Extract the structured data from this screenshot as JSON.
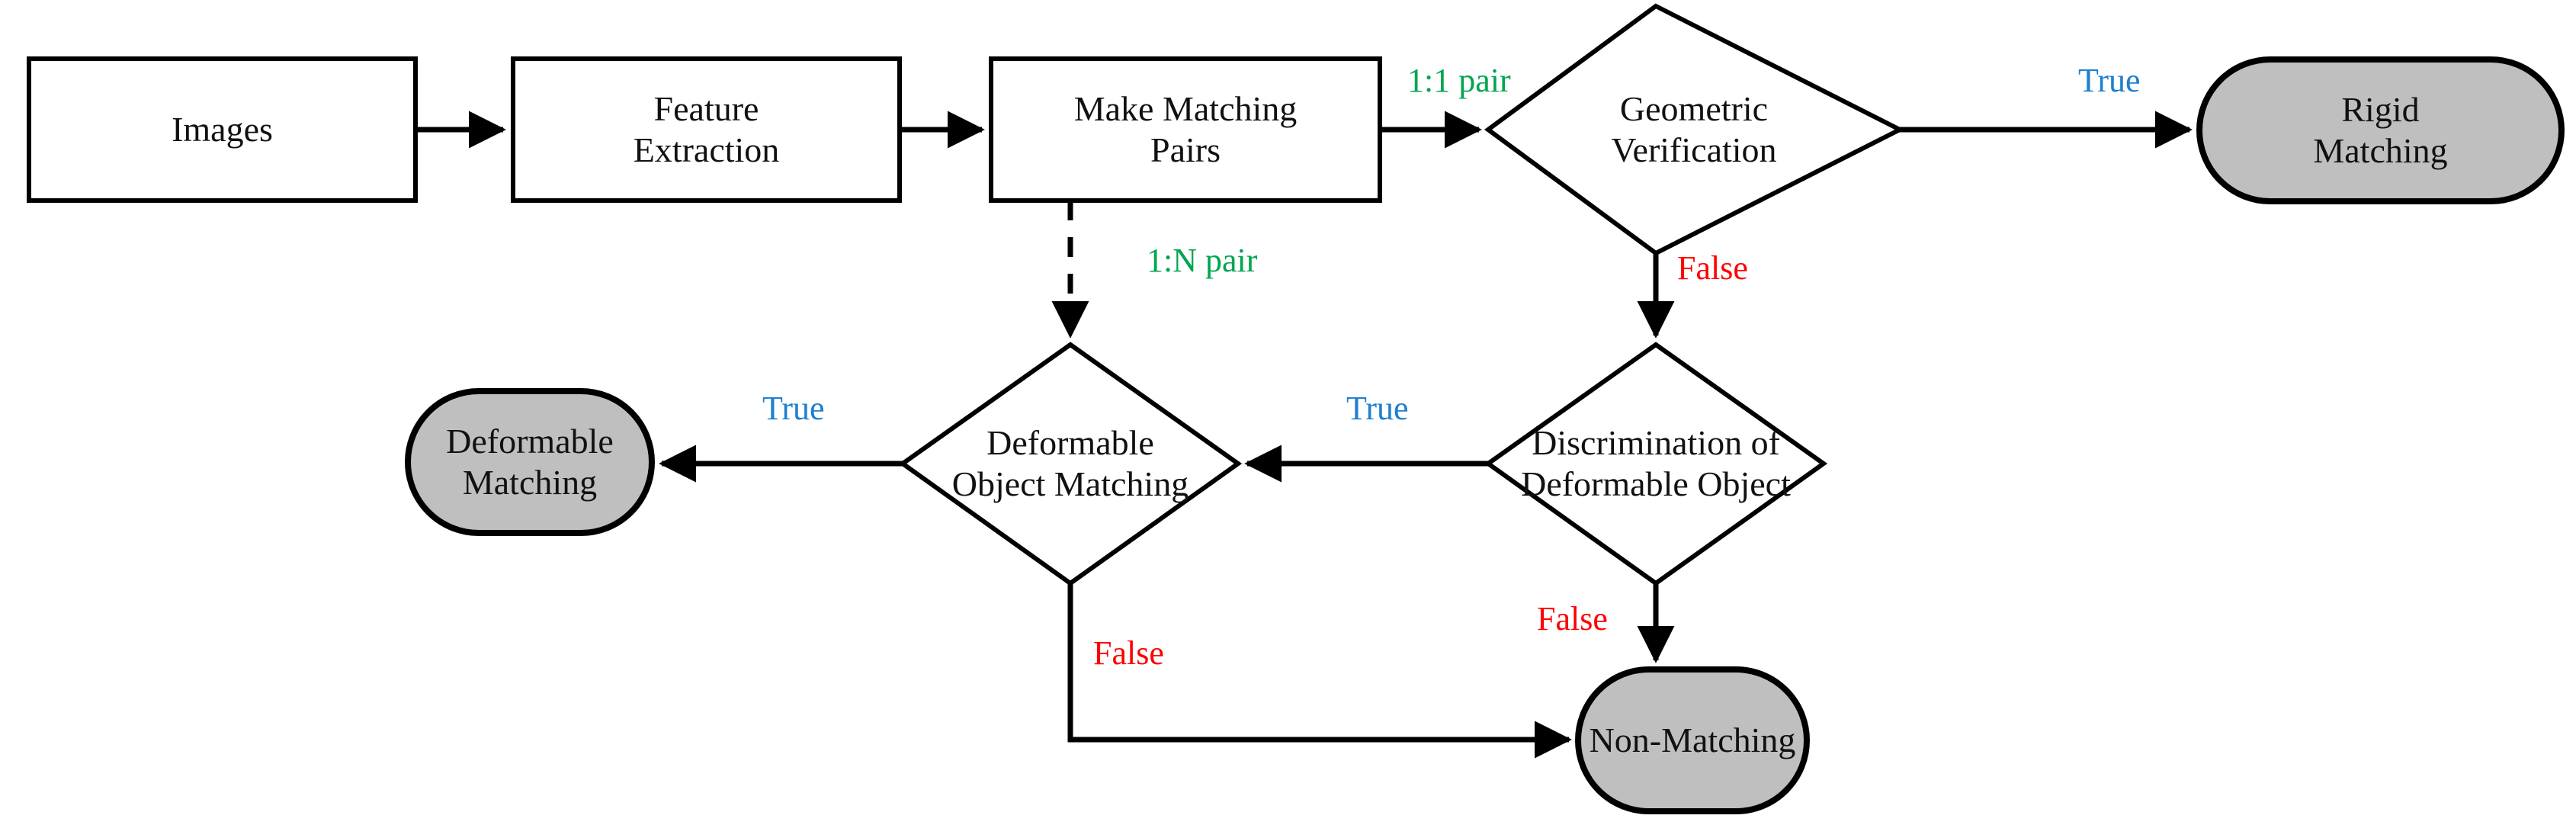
{
  "diagram": {
    "title": "Image matching pipeline flowchart",
    "colors": {
      "stroke": "#000000",
      "terminal_fill": "#BFBFBF",
      "process_fill": "#FFFFFF",
      "pair_label": "#00A651",
      "true_label": "#1F7FD0",
      "false_label": "#FF0000",
      "background": "#FFFFFF"
    },
    "nodes": [
      {
        "id": "images",
        "label": "Images",
        "shape": "rectangle",
        "fill": "#FFFFFF"
      },
      {
        "id": "feature",
        "label": "Feature\nExtraction",
        "shape": "rectangle",
        "fill": "#FFFFFF"
      },
      {
        "id": "pairs",
        "label": "Make Matching\nPairs",
        "shape": "rectangle",
        "fill": "#FFFFFF"
      },
      {
        "id": "geometric",
        "label": "Geometric\nVerification",
        "shape": "diamond",
        "fill": "#FFFFFF"
      },
      {
        "id": "rigid",
        "label": "Rigid\nMatching",
        "shape": "stadium",
        "fill": "#BFBFBF"
      },
      {
        "id": "discrimination",
        "label": "Discrimination of\nDeformable Object",
        "shape": "diamond",
        "fill": "#FFFFFF"
      },
      {
        "id": "deformable_obj",
        "label": "Deformable\nObject Matching",
        "shape": "diamond",
        "fill": "#FFFFFF"
      },
      {
        "id": "deformable",
        "label": "Deformable\nMatching",
        "shape": "stadium",
        "fill": "#BFBFBF"
      },
      {
        "id": "nonmatching",
        "label": "Non-Matching",
        "shape": "stadium",
        "fill": "#BFBFBF"
      }
    ],
    "node_text": {
      "images": "Images",
      "feature_line1": "Feature",
      "feature_line2": "Extraction",
      "pairs_line1": "Make Matching",
      "pairs_line2": "Pairs",
      "geometric_line1": "Geometric",
      "geometric_line2": "Verification",
      "rigid_line1": "Rigid",
      "rigid_line2": "Matching",
      "discrimination_line1": "Discrimination of",
      "discrimination_line2": "Deformable Object",
      "deformable_obj_line1": "Deformable",
      "deformable_obj_line2": "Object Matching",
      "deformable_line1": "Deformable",
      "deformable_line2": "Matching",
      "nonmatching": "Non-Matching"
    },
    "edges": [
      {
        "id": "e1",
        "from": "images",
        "to": "feature",
        "label": "",
        "style": "solid"
      },
      {
        "id": "e2",
        "from": "feature",
        "to": "pairs",
        "label": "",
        "style": "solid"
      },
      {
        "id": "e3",
        "from": "pairs",
        "to": "geometric",
        "label": "1:1 pair",
        "style": "solid",
        "color": "#00A651"
      },
      {
        "id": "e4",
        "from": "pairs",
        "to": "deformable_obj",
        "label": "1:N pair",
        "style": "dashed",
        "color": "#00A651"
      },
      {
        "id": "e5",
        "from": "geometric",
        "to": "rigid",
        "label": "True",
        "style": "solid",
        "color": "#1F7FD0"
      },
      {
        "id": "e6",
        "from": "geometric",
        "to": "discrimination",
        "label": "False",
        "style": "solid",
        "color": "#FF0000"
      },
      {
        "id": "e7",
        "from": "discrimination",
        "to": "deformable_obj",
        "label": "True",
        "style": "solid",
        "color": "#1F7FD0"
      },
      {
        "id": "e8",
        "from": "discrimination",
        "to": "nonmatching",
        "label": "False",
        "style": "solid",
        "color": "#FF0000"
      },
      {
        "id": "e9",
        "from": "deformable_obj",
        "to": "deformable",
        "label": "True",
        "style": "solid",
        "color": "#1F7FD0"
      },
      {
        "id": "e10",
        "from": "deformable_obj",
        "to": "nonmatching",
        "label": "False",
        "style": "solid",
        "color": "#FF0000"
      }
    ],
    "edge_labels": {
      "pair_1_1": "1:1 pair",
      "pair_1_n": "1:N pair",
      "true_geometric": "True",
      "false_geometric": "False",
      "true_discrimination": "True",
      "false_discrimination": "False",
      "true_deformable_obj": "True",
      "false_deformable_obj": "False"
    }
  }
}
